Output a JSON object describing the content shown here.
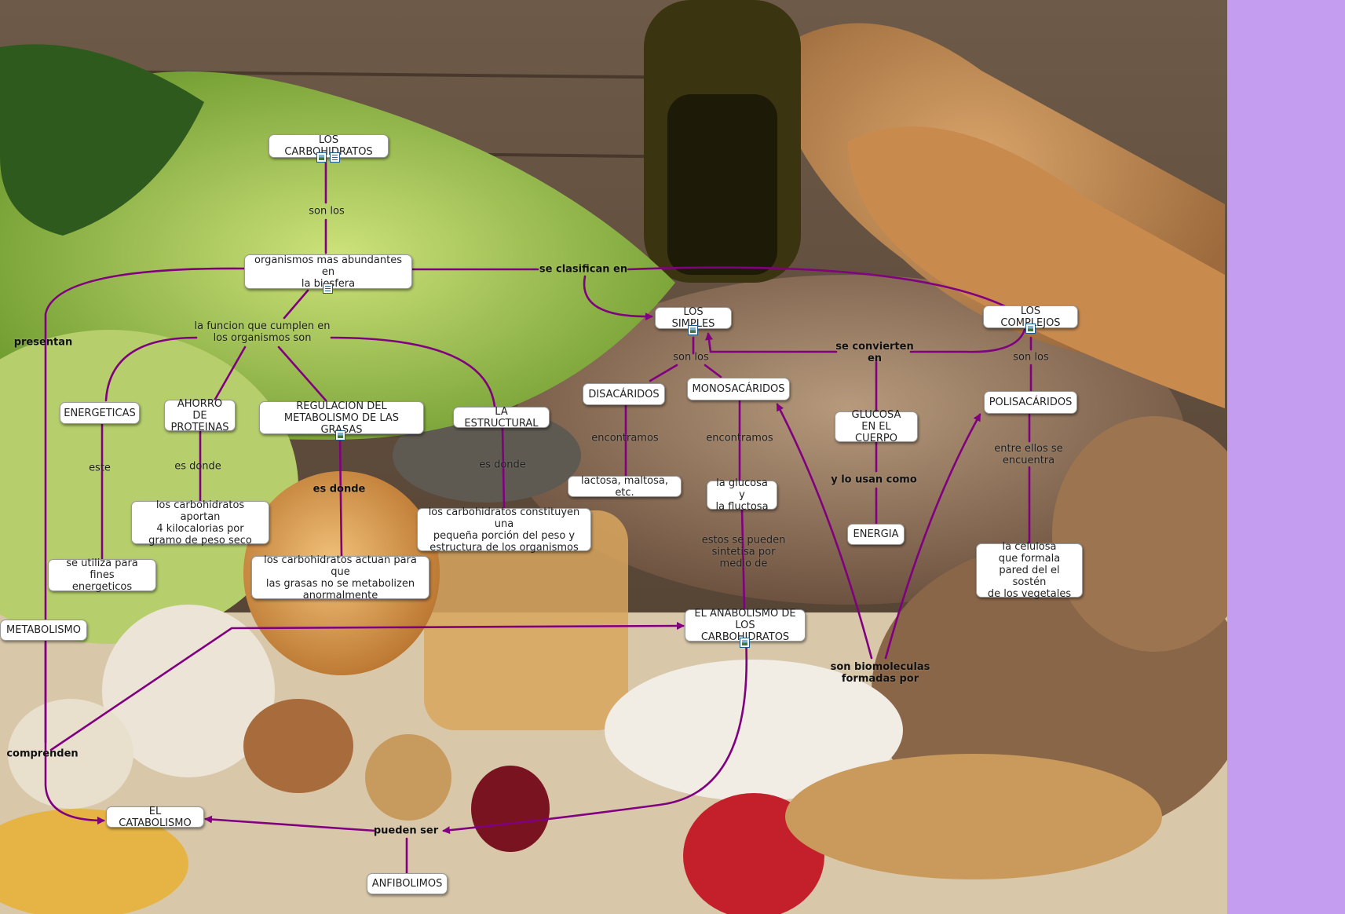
{
  "colors": {
    "line": "#800080",
    "accent": "#c49cf0",
    "node_bg": "#ffffff"
  },
  "icons": [
    "image-icon",
    "document-icon"
  ],
  "nodes": {
    "carbohidratos": "LOS CARBOHIDRATOS",
    "organismos": "organismos mas abundantes en\nla biosfera",
    "energeticas": "ENERGETICAS",
    "ahorro": "AHORRO DE\nPROTEINAS",
    "regulacion": "REGULACION DEL\nMETABOLISMO DE LAS GRASAS",
    "estructural": "LA ESTRUCTURAL",
    "simples": "LOS SIMPLES",
    "complejos": "LOS COMPLEJOS",
    "disacaridos": "DISACÁRIDOS",
    "monosacaridos": "MONOSACÁRIDOS",
    "glucosa_cuerpo": "GLUCOSA\nEN EL CUERPO",
    "polisacaridos": "POLISACÁRIDOS",
    "lactosa": "lactosa, maltosa, etc.",
    "glucosa_fluctosa": "la glucosa y\nla fluctosa",
    "energia": "ENERGIA",
    "kilocalorias": "los carbohidratos aportan\n4 kilocalorias por\ngramo de peso seco",
    "pequena": "los carbohidratos constituyen una\npequeña porción del peso y\nestructura de los organismos",
    "celulosa": "la celulosa\nque formala\npared del el sostén\nde los vegetales",
    "fines": "se utiliza para fines\nenergeticos",
    "actuan": "los carbohidratos actuan para que\nlas grasas no se metabolizen\nanormalmente",
    "metabolismo": "METABOLISMO",
    "anabolismo": "EL ANABOLISMO DE\nLOS CARBOHIDRATOS",
    "catabolismo": "EL CATABOLISMO",
    "anfibolimos": "ANFIBOLIMOS"
  },
  "links": {
    "son_los_1": "son los",
    "se_clasifican": "se clasifican en",
    "funcion": "la funcion que cumplen en\nlos organismos son",
    "presentan": "presentan",
    "son_los_2": "son los",
    "son_los_3": "son los",
    "se_convierten": "se convierten\nen",
    "este": "este",
    "es_donde_1": "es donde",
    "es_donde_2": "es donde",
    "es_donde_3": "es donde",
    "encontramos_1": "encontramos",
    "encontramos_2": "encontramos",
    "lo_usan": "y lo usan como",
    "entre_ellos": "entre ellos se\nencuentra",
    "estos_pueden": "estos se pueden\nsintetisa por\nmedio de",
    "biomoleculas": "son biomoleculas\nformadas por",
    "comprenden": "comprenden",
    "pueden_ser": "pueden ser"
  }
}
